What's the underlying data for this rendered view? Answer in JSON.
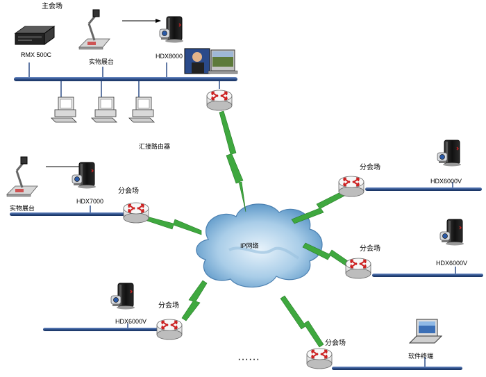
{
  "main_site": {
    "title": "主会场",
    "mcu_label": "RMX 500C",
    "doc_camera_label": "实物展台",
    "codec_label": "HDX8000",
    "router_label": "汇接路由器"
  },
  "left_site": {
    "title": "分会场",
    "doc_camera_label": "实物展台",
    "codec_label": "HDX7000"
  },
  "bottom_left_site": {
    "title": "分会场",
    "codec_label": "HDX6000V"
  },
  "right_top_site": {
    "title": "分会场",
    "codec_label": "HDX6000V"
  },
  "right_mid_site": {
    "title": "分会场",
    "codec_label": "HDX6000V"
  },
  "bottom_right_site": {
    "title": "分会场",
    "codec_label": "软件终端"
  },
  "cloud": {
    "label": "IP网络"
  },
  "ellipsis": "······",
  "colors": {
    "lan_bar": "#2d4e88",
    "lightning": "#3fa83f",
    "router_body": "#f0f0f0",
    "router_arrow": "#cc2020",
    "cloud": "#7fb2d6"
  },
  "icons": [
    "mcu-icon",
    "doc-camera-icon",
    "codec-icon",
    "video-thumbnail-icon",
    "pc-icon",
    "router-icon",
    "cloud-icon",
    "laptop-icon"
  ]
}
